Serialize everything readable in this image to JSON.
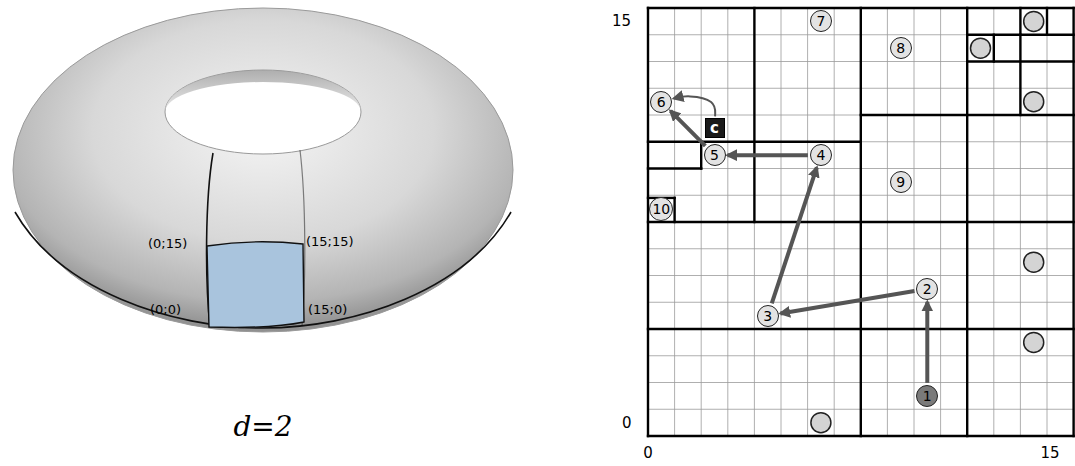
{
  "diagram": {
    "nodes": [
      {
        "text": [
          "1"
        ]
      },
      {
        "text": [
          "2"
        ]
      },
      {
        "text": [
          "3"
        ]
      },
      {
        "text": [
          "4"
        ]
      },
      {
        "text": [
          "5"
        ]
      },
      {
        "text": [
          "6"
        ]
      },
      {
        "text": [
          "7"
        ]
      },
      {
        "text": [
          "8"
        ]
      },
      {
        "text": [
          "9"
        ]
      },
      {
        "text": [
          "10"
        ]
      },
      {
        "text": [
          "c"
        ]
      }
    ],
    "edges": [
      {
        "from": 0,
        "to": 1,
        "arrow": "to"
      },
      {
        "from": 1,
        "to": 2,
        "arrow": "to"
      },
      {
        "from": 2,
        "to": 3,
        "arrow": "to"
      },
      {
        "from": 3,
        "to": 4,
        "arrow": "to"
      },
      {
        "from": 4,
        "to": 5,
        "arrow": "to"
      },
      {
        "from": 10,
        "to": 5,
        "arrow": "to"
      }
    ],
    "labels": [
      "(0;15)",
      "(15;15)",
      "(0;0)",
      "(15;0)",
      "d=2",
      "15",
      "0",
      "0",
      "15"
    ]
  }
}
